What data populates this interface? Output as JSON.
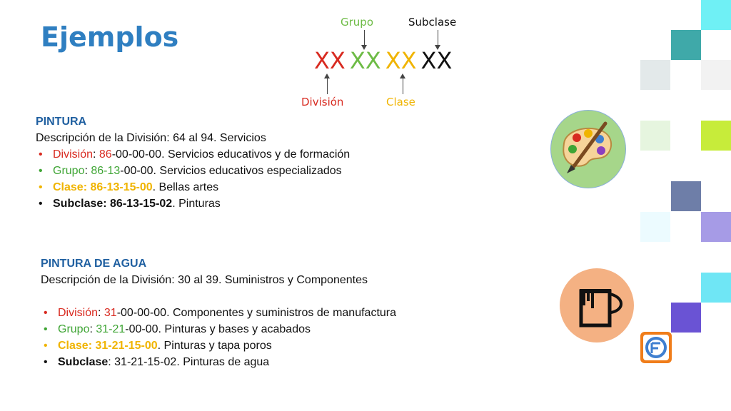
{
  "title": "Ejemplos",
  "code": {
    "labels": {
      "grupo": "Grupo",
      "subclase": "Subclase",
      "division": "División",
      "clase": "Clase"
    },
    "parts": [
      "XX",
      "XX",
      "XX",
      "XX"
    ],
    "colors": {
      "division": "#d82a20",
      "grupo": "#6dbb45",
      "clase": "#f0b400",
      "subclase": "#111111"
    }
  },
  "pintura": {
    "heading": "PINTURA",
    "description": "Descripción de la División: 64 al 94. Servicios",
    "items": [
      {
        "label": "División",
        "sep": ": ",
        "code_hl": "86",
        "code_rest": "-00-00-00",
        "text": ". Servicios educativos y de formación"
      },
      {
        "label": "Grupo",
        "sep": ": ",
        "code_hl": "86-13",
        "code_rest": "-00-00",
        "text": ". Servicios educativos especializados"
      },
      {
        "label": "Clase: 86-13-15-00",
        "text": ". Bellas artes"
      },
      {
        "label": "Subclase: 86-13-15-02",
        "text": ". Pinturas"
      }
    ]
  },
  "pintura_agua": {
    "heading": "PINTURA DE AGUA",
    "description": "Descripción de la División: 30 al 39. Suministros y Componentes",
    "items": [
      {
        "label": "División",
        "sep": ": ",
        "code_hl": "31",
        "code_rest": "-00-00-00",
        "text": ". Componentes y suministros de manufactura"
      },
      {
        "label": "Grupo",
        "sep": ": ",
        "code_hl": "31-21",
        "code_rest": "-00-00",
        "text": ". Pinturas y bases y acabados"
      },
      {
        "label": "Clase: 31-21-15-00",
        "text": ". Pinturas y tapa poros"
      },
      {
        "label": "Subclase",
        "text": ": 31-21-15-02. Pinturas de agua"
      }
    ]
  },
  "icons": {
    "palette": "palette-icon",
    "bucket": "paint-bucket-icon",
    "logo": "brand-logo-icon"
  }
}
